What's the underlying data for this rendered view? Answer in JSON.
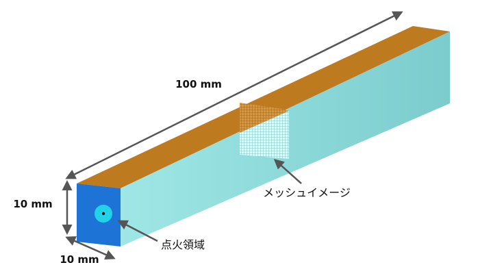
{
  "labels": {
    "length": "100 mm",
    "height": "10 mm",
    "width": "10 mm",
    "mesh": "メッシュイメージ",
    "ignition": "点火領域"
  },
  "colors": {
    "top_face": "#bd7a1e",
    "side_face": "#8cdcdc",
    "front_face": "#1e73d6",
    "ignition_outer": "#22d3e8",
    "ignition_inner": "#111111",
    "arrows": "#555555",
    "mesh_top": "#a8650f",
    "mesh_side": "#6fc6c6"
  }
}
